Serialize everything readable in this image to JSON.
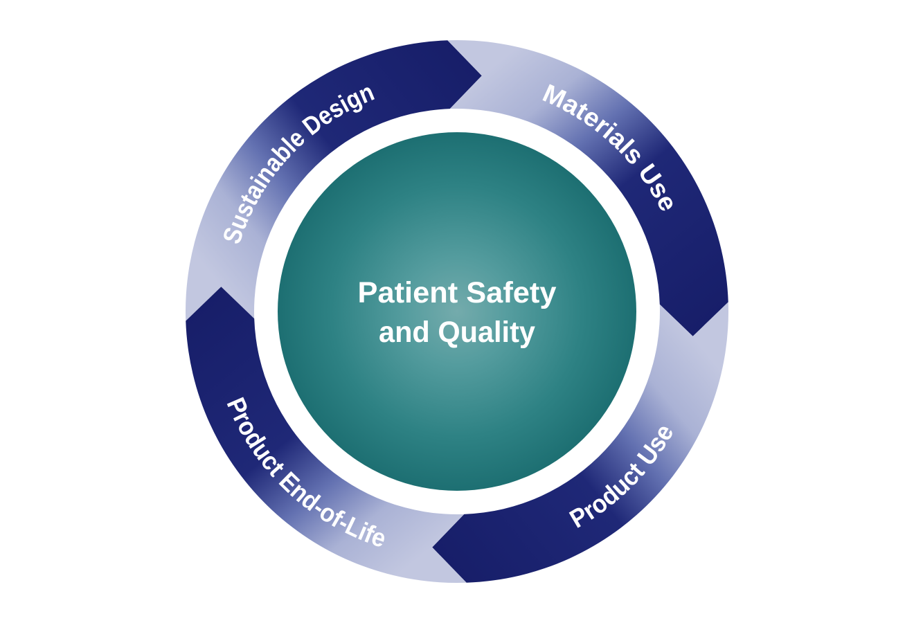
{
  "diagram": {
    "title_center": {
      "line1": "Patient Safety",
      "line2": "and Quality"
    },
    "segments": [
      {
        "label": "Sustainable Design",
        "position": "top-left",
        "flow": "clockwise"
      },
      {
        "label": "Materials Use",
        "position": "top-right",
        "flow": "clockwise"
      },
      {
        "label": "Product Use",
        "position": "bottom-right",
        "flow": "clockwise"
      },
      {
        "label": "Product End-of-Life",
        "position": "bottom-left",
        "flow": "clockwise"
      }
    ],
    "colors": {
      "background": "#ffffff",
      "label_text": "#ffffff",
      "ring_tail_lightest": "#c2c7e0",
      "ring_tail_light": "#aab2d5",
      "ring_mid": "#6371b1",
      "ring_head_dark": "#1f2877",
      "ring_head_darkest": "#171e69",
      "teal_center": "#74abac",
      "teal_mid_inner": "#549c9e",
      "teal_mid_outer": "#2e8284",
      "teal_edge": "#1d6f72"
    }
  }
}
